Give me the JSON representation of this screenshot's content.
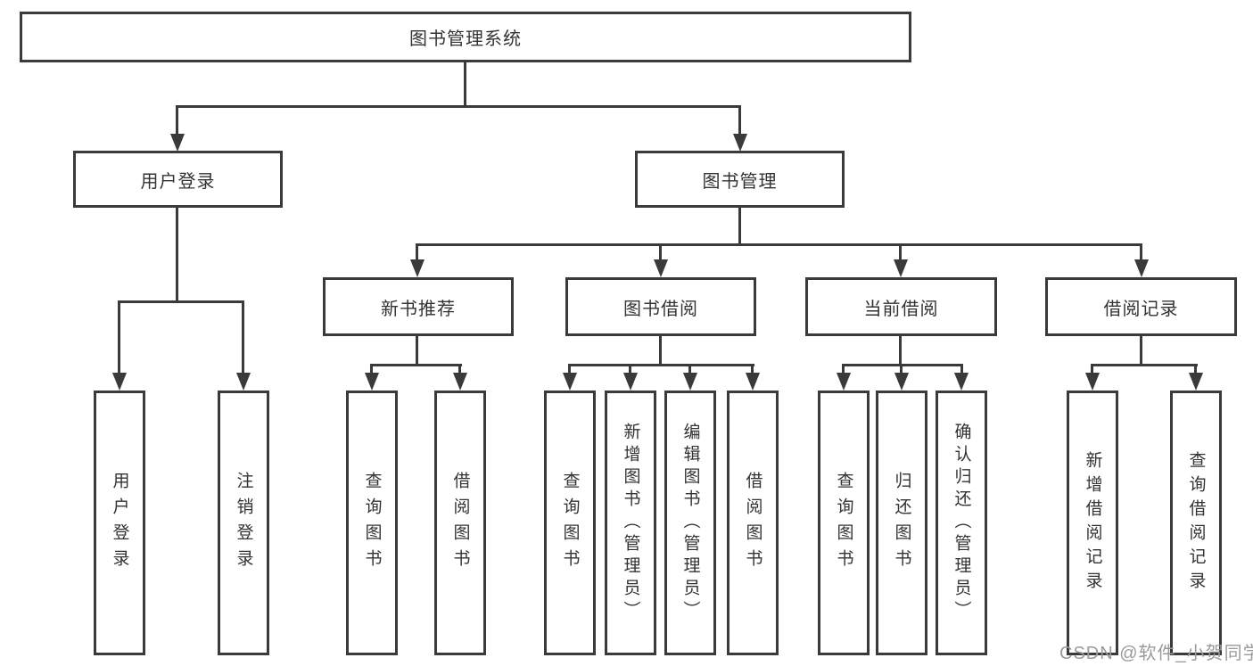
{
  "diagram": {
    "title": "图书管理系统",
    "root": {
      "label": "图书管理系统"
    },
    "level2": {
      "user_login": {
        "label": "用户登录"
      },
      "book_mgmt": {
        "label": "图书管理"
      }
    },
    "level3": {
      "new_books": {
        "label": "新书推荐"
      },
      "book_borrow": {
        "label": "图书借阅"
      },
      "current_borrow": {
        "label": "当前借阅"
      },
      "borrow_records": {
        "label": "借阅记录"
      }
    },
    "level4": {
      "user_login_leaf": {
        "label": "用户登录"
      },
      "logout": {
        "label": "注销登录"
      },
      "newbooks_query": {
        "label": "查询图书"
      },
      "newbooks_borrow": {
        "label": "借阅图书"
      },
      "borrow_query": {
        "label": "查询图书"
      },
      "borrow_add": {
        "label": "新增图书（管理员）"
      },
      "borrow_edit": {
        "label": "编辑图书（管理员）"
      },
      "borrow_do": {
        "label": "借阅图书"
      },
      "current_query": {
        "label": "查询图书"
      },
      "current_return": {
        "label": "归还图书"
      },
      "current_confirm": {
        "label": "确认归还（管理员）"
      },
      "records_add": {
        "label": "新增借阅记录"
      },
      "records_query": {
        "label": "查询借阅记录"
      }
    }
  },
  "watermark": {
    "text": "CSDN @软件_小贺同学"
  },
  "colors": {
    "line": "#3a3a3a",
    "text": "#333333",
    "watermark": "#9a9a9a",
    "background": "#ffffff"
  }
}
